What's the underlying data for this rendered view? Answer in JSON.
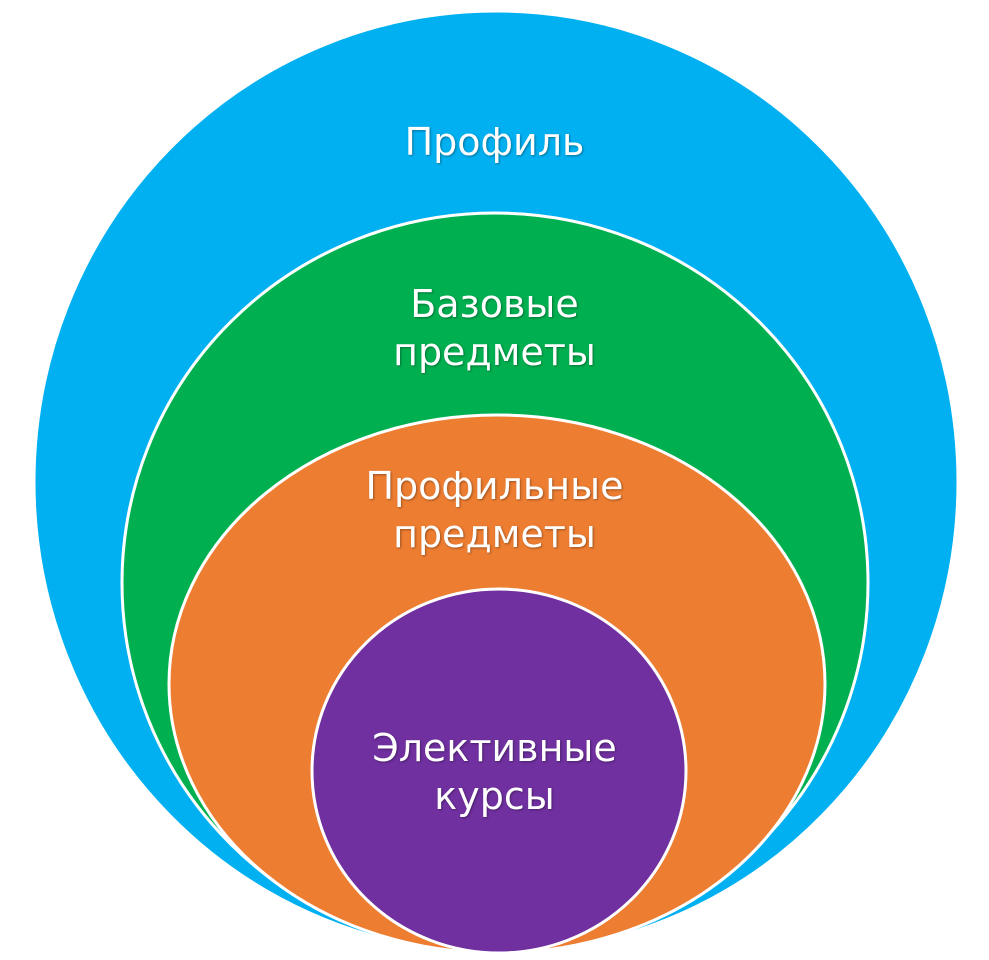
{
  "layers": [
    {
      "label": "Профиль",
      "color": "#00b0f0"
    },
    {
      "label_lines": [
        "Базовые",
        "предметы"
      ],
      "color": "#00b050"
    },
    {
      "label_lines": [
        "Профильные",
        "предметы"
      ],
      "color": "#ed7d31"
    },
    {
      "label_lines": [
        "Элективные",
        "курсы"
      ],
      "color": "#7030a0"
    }
  ]
}
